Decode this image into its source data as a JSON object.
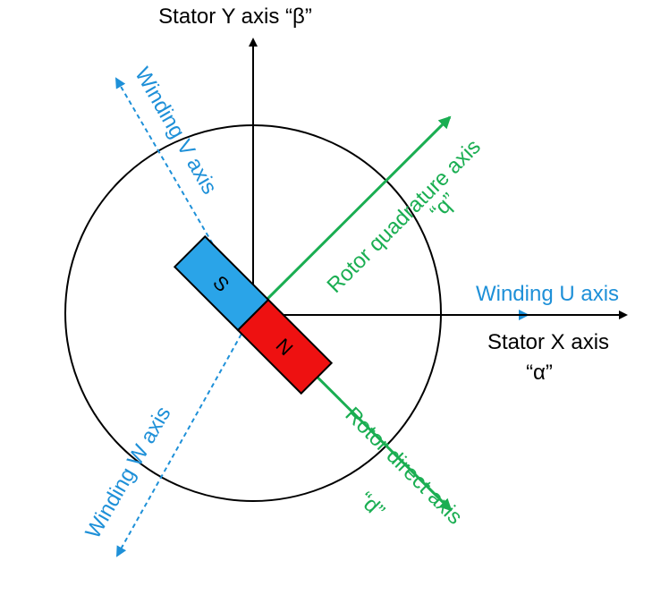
{
  "labels": {
    "stator_y": "Stator Y axis “β”",
    "stator_x": "Stator X axis",
    "stator_x_symbol": "“α”",
    "winding_u": "Winding U axis",
    "winding_v": "Winding V axis",
    "winding_w": "Winding W axis",
    "rotor_q": "Rotor quadrature axis",
    "rotor_q_symbol": "“q”",
    "rotor_d": "Rotor direct axis",
    "rotor_d_symbol": "“d”"
  },
  "magnet": {
    "south_label": "S",
    "north_label": "N"
  },
  "colors": {
    "stator": "#000000",
    "winding": "#1e90d8",
    "rotor": "#1aae52",
    "south_pole": "#2aa4e8",
    "north_pole": "#ee1111"
  }
}
